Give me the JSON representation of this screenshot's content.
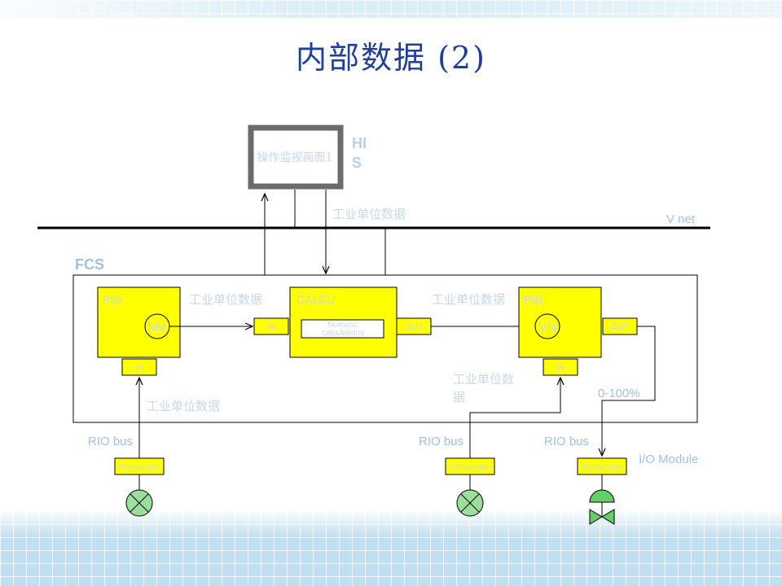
{
  "title": "内部数据 (2)",
  "colors": {
    "block_fill": "#ffff00",
    "light_label": "#c8d8ea",
    "blue_label": "#9fc2e2",
    "title": "#1f3fa0",
    "his_label": "#b8d0ea",
    "sensor_fill": "#9bdf9b",
    "valve_fill": "#66cc66"
  },
  "his": {
    "screen_text": "操作监视画面1",
    "label": [
      "HI",
      "S"
    ]
  },
  "network": {
    "vnet_label": "V net",
    "his_arrow_label": "工业单位数据"
  },
  "fcs": {
    "label": "FCS",
    "blocks": {
      "pid_left": {
        "name": "PID",
        "value_circle": "MV",
        "in_port": "IN"
      },
      "calcu": {
        "name": "CALCU",
        "in_port": "IN",
        "out_port": "OUT",
        "inner_text": [
          "Numeric",
          "calculations"
        ]
      },
      "pid_right": {
        "name": "PID",
        "value_circle": "VN",
        "in_port": "IN",
        "out_port": "OUT"
      }
    },
    "labels": {
      "pid_to_calcu": "工业单位数据",
      "calcu_to_pid": "工业单位数据",
      "left_in": "工业单位数据",
      "right_in": [
        "工业单位数",
        "据"
      ],
      "output_range": "0-100%"
    }
  },
  "io": {
    "rio_bus_1": "RIO bus",
    "rio_bus_2": "RIO bus",
    "rio_bus_3": "RIO bus",
    "io_module_label": "I/O Module",
    "module_1": "Conversion",
    "module_2": "Conversion",
    "module_3": "Conversion"
  }
}
